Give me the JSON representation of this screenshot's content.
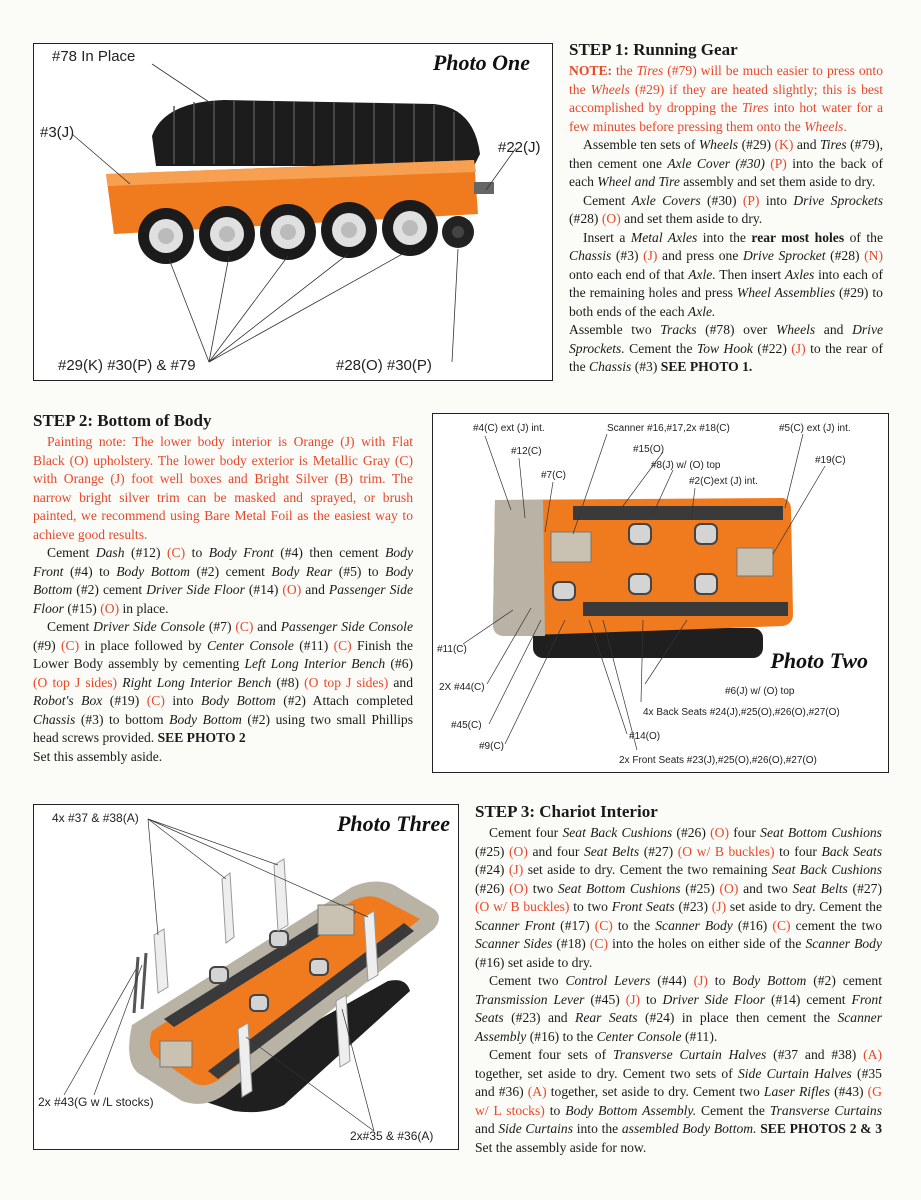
{
  "colors": {
    "accent": "#e8472a",
    "body_orange": "#f07a1e",
    "tracks": "#1c1c1c",
    "metallic_gray": "#b9b3a6"
  },
  "photo1": {
    "title": "Photo One",
    "labels": {
      "l78": "#78 In Place",
      "l3": "#3(J)",
      "l22": "#22(J)",
      "l29": "#29(K) #30(P) & #79",
      "l28": "#28(O) #30(P)"
    }
  },
  "photo2": {
    "title": "Photo Two",
    "labels": {
      "a": "#4(C) ext (J) int.",
      "b": "Scanner #16,#17,2x #18(C)",
      "c": "#5(C) ext (J) int.",
      "d": "#12(C)",
      "e": "#15(O)",
      "f": "#19(C)",
      "g": "#8(J) w/ (O) top",
      "h": "#7(C)",
      "i": "#2(C)ext (J) int.",
      "j": "#11(C)",
      "k": "2X #44(C)",
      "l": "#6(J) w/ (O) top",
      "m": "4x Back Seats #24(J),#25(O),#26(O),#27(O)",
      "n": "#45(C)",
      "o": "#14(O)",
      "p": "#9(C)",
      "q": "2x Front Seats #23(J),#25(O),#26(O),#27(O)"
    }
  },
  "photo3": {
    "title": "Photo Three",
    "labels": {
      "a": "4x #37 & #38(A)",
      "b": "2x #43(G w /L stocks)",
      "c": "2x#35 & #36(A)"
    }
  },
  "step1": {
    "heading": "STEP 1: Running Gear",
    "note": [
      {
        "t": "NOTE:",
        "b": true
      },
      {
        "t": " the "
      },
      {
        "t": "Tires",
        "i": true
      },
      {
        "t": " (#79) will be much easier to press onto the "
      },
      {
        "t": "Wheels",
        "i": true
      },
      {
        "t": " (#29) if they are heated slightly; this is best accomplished by dropping the "
      },
      {
        "t": "Tires",
        "i": true
      },
      {
        "t": " into hot water for a few minutes before pressing them onto the "
      },
      {
        "t": "Wheels",
        "i": true
      },
      {
        "t": "."
      }
    ],
    "paragraphs": [
      [
        {
          "t": "Assemble ten sets of "
        },
        {
          "t": "Wheels",
          "i": true
        },
        {
          "t": " (#29) "
        },
        {
          "t": "(K)",
          "r": true
        },
        {
          "t": " and "
        },
        {
          "t": "Tires",
          "i": true
        },
        {
          "t": " (#79), then cement one "
        },
        {
          "t": "Axle Cover (#30)",
          "i": true
        },
        {
          "t": " "
        },
        {
          "t": "(P)",
          "r": true
        },
        {
          "t": " into the back of each "
        },
        {
          "t": "Wheel and Tire",
          "i": true
        },
        {
          "t": " assembly and set them aside to dry."
        }
      ],
      [
        {
          "t": "Cement "
        },
        {
          "t": "Axle Covers",
          "i": true
        },
        {
          "t": " (#30) "
        },
        {
          "t": "(P)",
          "r": true
        },
        {
          "t": " into "
        },
        {
          "t": "Drive Sprockets",
          "i": true
        },
        {
          "t": " (#28) "
        },
        {
          "t": "(O)",
          "r": true
        },
        {
          "t": " and set them aside to dry."
        }
      ],
      [
        {
          "t": "Insert a "
        },
        {
          "t": "Metal Axles",
          "i": true
        },
        {
          "t": " into the "
        },
        {
          "t": "rear most holes",
          "b": true
        },
        {
          "t": " of the "
        },
        {
          "t": "Chassis",
          "i": true
        },
        {
          "t": " (#3) "
        },
        {
          "t": "(J)",
          "r": true
        },
        {
          "t": " and press one "
        },
        {
          "t": "Drive Sprocket",
          "i": true
        },
        {
          "t": " (#28) "
        },
        {
          "t": "(N)",
          "r": true
        },
        {
          "t": " onto each end of that "
        },
        {
          "t": "Axle.",
          "i": true
        },
        {
          "t": " Then insert "
        },
        {
          "t": "Axles",
          "i": true
        },
        {
          "t": " into each of the remaining holes and press "
        },
        {
          "t": "Wheel Assemblies",
          "i": true
        },
        {
          "t": " (#29) to both ends of the each "
        },
        {
          "t": "Axle.",
          "i": true
        }
      ],
      [
        {
          "t": "Assemble two "
        },
        {
          "t": "Tracks",
          "i": true
        },
        {
          "t": " (#78) over "
        },
        {
          "t": "Wheels",
          "i": true
        },
        {
          "t": " and "
        },
        {
          "t": "Drive Sprockets.",
          "i": true
        },
        {
          "t": " Cement the "
        },
        {
          "t": "Tow Hook",
          "i": true
        },
        {
          "t": " (#22) "
        },
        {
          "t": "(J)",
          "r": true
        },
        {
          "t": " to the rear of the "
        },
        {
          "t": "Chassis",
          "i": true
        },
        {
          "t": " (#3) "
        },
        {
          "t": "SEE PHOTO 1.",
          "b": true
        }
      ]
    ]
  },
  "step2": {
    "heading": "STEP 2: Bottom of Body",
    "note": "Painting note: The lower body interior is Orange (J) with Flat Black (O) upholstery. The lower body exterior is Metallic Gray (C) with Orange (J) foot well boxes and Bright Silver (B) trim. The narrow bright silver trim can be masked and sprayed, or brush painted, we recommend using Bare Metal Foil as the easiest way to achieve good results.",
    "paragraphs": [
      [
        {
          "t": "Cement "
        },
        {
          "t": "Dash",
          "i": true
        },
        {
          "t": " (#12) "
        },
        {
          "t": "(C)",
          "r": true
        },
        {
          "t": " to "
        },
        {
          "t": "Body Front",
          "i": true
        },
        {
          "t": " (#4) then cement "
        },
        {
          "t": "Body Front",
          "i": true
        },
        {
          "t": " (#4) to "
        },
        {
          "t": "Body Bottom",
          "i": true
        },
        {
          "t": " (#2) cement "
        },
        {
          "t": "Body Rear",
          "i": true
        },
        {
          "t": " (#5) to "
        },
        {
          "t": "Body Bottom",
          "i": true
        },
        {
          "t": " (#2) cement "
        },
        {
          "t": "Driver Side Floor",
          "i": true
        },
        {
          "t": " (#14) "
        },
        {
          "t": "(O)",
          "r": true
        },
        {
          "t": " and "
        },
        {
          "t": "Passenger Side Floor",
          "i": true
        },
        {
          "t": " (#15) "
        },
        {
          "t": "(O)",
          "r": true
        },
        {
          "t": " in place."
        }
      ],
      [
        {
          "t": "Cement "
        },
        {
          "t": "Driver Side Console",
          "i": true
        },
        {
          "t": " (#7) "
        },
        {
          "t": "(C)",
          "r": true
        },
        {
          "t": " and "
        },
        {
          "t": "Passenger Side Console",
          "i": true
        },
        {
          "t": " (#9) "
        },
        {
          "t": "(C)",
          "r": true
        },
        {
          "t": " in place followed by "
        },
        {
          "t": "Center Console",
          "i": true
        },
        {
          "t": " (#11) "
        },
        {
          "t": "(C)",
          "r": true
        },
        {
          "t": " Finish the Lower Body assembly by cementing "
        },
        {
          "t": "Left Long Interior Bench",
          "i": true
        },
        {
          "t": " (#6) "
        },
        {
          "t": "(O top J sides)",
          "r": true
        },
        {
          "t": " "
        },
        {
          "t": "Right Long Interior Bench",
          "i": true
        },
        {
          "t": " (#8) "
        },
        {
          "t": "(O top J sides)",
          "r": true
        },
        {
          "t": " and "
        },
        {
          "t": "Robot's Box",
          "i": true
        },
        {
          "t": " (#19) "
        },
        {
          "t": "(C)",
          "r": true
        },
        {
          "t": " into "
        },
        {
          "t": "Body Bottom",
          "i": true
        },
        {
          "t": " (#2) Attach completed "
        },
        {
          "t": "Chassis",
          "i": true
        },
        {
          "t": " (#3) to bottom "
        },
        {
          "t": "Body Bottom",
          "i": true
        },
        {
          "t": " (#2) using two small Phillips head screws provided. "
        },
        {
          "t": "SEE PHOTO 2",
          "b": true
        }
      ],
      [
        {
          "t": "Set this assembly aside.",
          "noind": true
        }
      ]
    ]
  },
  "step3": {
    "heading": "STEP 3: Chariot Interior",
    "paragraphs": [
      [
        {
          "t": "Cement four "
        },
        {
          "t": "Seat Back Cushions",
          "i": true
        },
        {
          "t": " (#26) "
        },
        {
          "t": "(O)",
          "r": true
        },
        {
          "t": " four "
        },
        {
          "t": "Seat Bottom Cushions",
          "i": true
        },
        {
          "t": " (#25) "
        },
        {
          "t": "(O)",
          "r": true
        },
        {
          "t": " and four "
        },
        {
          "t": "Seat Belts",
          "i": true
        },
        {
          "t": " (#27) "
        },
        {
          "t": "(O w/ B buckles)",
          "r": true
        },
        {
          "t": " to four "
        },
        {
          "t": "Back Seats",
          "i": true
        },
        {
          "t": " (#24) "
        },
        {
          "t": "(J)",
          "r": true
        },
        {
          "t": " set aside to dry. Cement the two remaining "
        },
        {
          "t": "Seat Back Cushions",
          "i": true
        },
        {
          "t": " (#26) "
        },
        {
          "t": "(O)",
          "r": true
        },
        {
          "t": " two "
        },
        {
          "t": "Seat Bottom Cushions",
          "i": true
        },
        {
          "t": " (#25) "
        },
        {
          "t": "(O)",
          "r": true
        },
        {
          "t": " and two "
        },
        {
          "t": "Seat Belts",
          "i": true
        },
        {
          "t": " (#27) "
        },
        {
          "t": "(O w/ B buckles)",
          "r": true
        },
        {
          "t": " to two "
        },
        {
          "t": "Front Seats",
          "i": true
        },
        {
          "t": " (#23) "
        },
        {
          "t": "(J)",
          "r": true
        },
        {
          "t": " set aside to dry. Cement the "
        },
        {
          "t": "Scanner Front",
          "i": true
        },
        {
          "t": " (#17) "
        },
        {
          "t": "(C)",
          "r": true
        },
        {
          "t": " to the "
        },
        {
          "t": "Scanner Body",
          "i": true
        },
        {
          "t": " (#16) "
        },
        {
          "t": "(C)",
          "r": true
        },
        {
          "t": " cement the two "
        },
        {
          "t": "Scanner Sides",
          "i": true
        },
        {
          "t": " (#18) "
        },
        {
          "t": "(C)",
          "r": true
        },
        {
          "t": " into the holes on either side of the "
        },
        {
          "t": "Scanner Body",
          "i": true
        },
        {
          "t": " (#16) set aside to dry."
        }
      ],
      [
        {
          "t": "Cement two "
        },
        {
          "t": "Control Levers",
          "i": true
        },
        {
          "t": " (#44) "
        },
        {
          "t": "(J)",
          "r": true
        },
        {
          "t": " to "
        },
        {
          "t": "Body Bottom",
          "i": true
        },
        {
          "t": " (#2) cement "
        },
        {
          "t": "Transmission Lever",
          "i": true
        },
        {
          "t": " (#45) "
        },
        {
          "t": "(J)",
          "r": true
        },
        {
          "t": " to "
        },
        {
          "t": "Driver Side Floor",
          "i": true
        },
        {
          "t": " (#14) cement "
        },
        {
          "t": "Front Seats",
          "i": true
        },
        {
          "t": " (#23) and "
        },
        {
          "t": "Rear Seats",
          "i": true
        },
        {
          "t": " (#24) in place then cement the "
        },
        {
          "t": "Scanner Assembly",
          "i": true
        },
        {
          "t": " (#16) to the "
        },
        {
          "t": "Center Console",
          "i": true
        },
        {
          "t": " (#11)."
        }
      ],
      [
        {
          "t": "Cement four sets of "
        },
        {
          "t": "Transverse Curtain Halves",
          "i": true
        },
        {
          "t": " (#37 and #38) "
        },
        {
          "t": "(A)",
          "r": true
        },
        {
          "t": " together, set aside to dry. Cement two sets of "
        },
        {
          "t": "Side Curtain Halves",
          "i": true
        },
        {
          "t": " (#35 and #36) "
        },
        {
          "t": "(A)",
          "r": true
        },
        {
          "t": " together, set aside to dry. Cement two "
        },
        {
          "t": "Laser Rifles",
          "i": true
        },
        {
          "t": " (#43) "
        },
        {
          "t": "(G w/ L stocks)",
          "r": true
        },
        {
          "t": " to "
        },
        {
          "t": "Body Bottom Assembly.",
          "i": true
        },
        {
          "t": " Cement the "
        },
        {
          "t": "Transverse Curtains",
          "i": true
        },
        {
          "t": " and "
        },
        {
          "t": "Side Curtains",
          "i": true
        },
        {
          "t": " into the "
        },
        {
          "t": "assembled Body Bottom.",
          "i": true
        },
        {
          "t": " "
        },
        {
          "t": "SEE PHOTOS 2 & 3",
          "b": true
        },
        {
          "t": " Set the assembly aside for now."
        }
      ]
    ]
  }
}
